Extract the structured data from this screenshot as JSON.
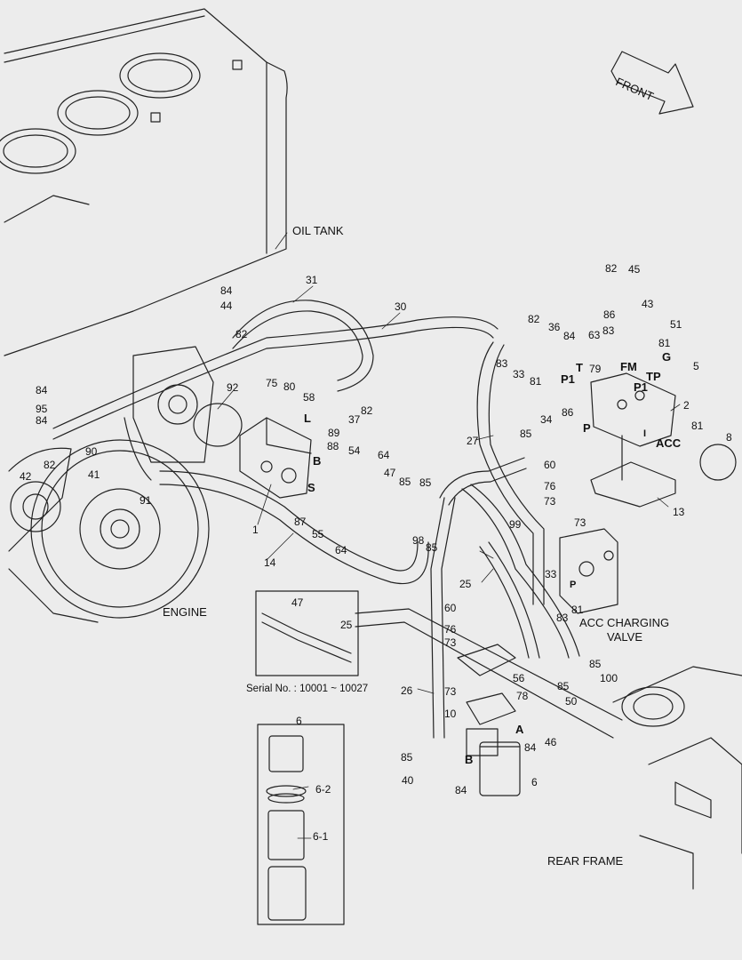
{
  "labels": {
    "oil_tank": "OIL TANK",
    "engine": "ENGINE",
    "front": "FRONT",
    "acc_charging_valve_1": "ACC CHARGING",
    "acc_charging_valve_2": "VALVE",
    "rear_frame": "REAR FRAME",
    "serial_no": "Serial No. : 10001 ~ 10027",
    "port_t": "T",
    "port_p1": "P1",
    "port_fm": "FM",
    "port_p1b": "P1",
    "port_tp": "TP",
    "port_g": "G",
    "port_p": "P",
    "port_acc": "ACC",
    "port_l": "L",
    "port_b": "B",
    "port_s": "S",
    "port_a2": "A",
    "port_b2": "B",
    "port_p2": "P",
    "port_i": "I"
  },
  "parts": {
    "n1": "1",
    "n2": "2",
    "n5": "5",
    "n6": "6",
    "n6b": "6",
    "n6_1": "6-1",
    "n6_2": "6-2",
    "n8": "8",
    "n10": "10",
    "n13": "13",
    "n14": "14",
    "n25": "25",
    "n25b": "25",
    "n26": "26",
    "n27": "27",
    "n30": "30",
    "n31": "31",
    "n33a": "33",
    "n33b": "33",
    "n34": "34",
    "n36": "36",
    "n37": "37",
    "n40": "40",
    "n41": "41",
    "n42": "42",
    "n43": "43",
    "n44": "44",
    "n45": "45",
    "n46": "46",
    "n47": "47",
    "n47b": "47",
    "n50": "50",
    "n51": "51",
    "n54": "54",
    "n55": "55",
    "n56": "56",
    "n58": "58",
    "n60a": "60",
    "n60b": "60",
    "n63": "63",
    "n64a": "64",
    "n64b": "64",
    "n73a": "73",
    "n73b": "73",
    "n73c": "73",
    "n73d": "73",
    "n75": "75",
    "n76a": "76",
    "n76b": "76",
    "n78": "78",
    "n79": "79",
    "n80": "80",
    "n81a": "81",
    "n81b": "81",
    "n81c": "81",
    "n81d": "81",
    "n82a": "82",
    "n82b": "82",
    "n82c": "82",
    "n82d": "82",
    "n82e": "82",
    "n83a": "83",
    "n83b": "83",
    "n83c": "83",
    "n84a": "84",
    "n84b": "84",
    "n84c": "84",
    "n84d": "84",
    "n84e": "84",
    "n84f": "84",
    "n85a": "85",
    "n85b": "85",
    "n85c": "85",
    "n85d": "85",
    "n85e": "85",
    "n85f": "85",
    "n85g": "85",
    "n86a": "86",
    "n86b": "86",
    "n87": "87",
    "n88": "88",
    "n89": "89",
    "n90": "90",
    "n91": "91",
    "n92": "92",
    "n95": "95",
    "n98": "98",
    "n99": "99",
    "n100": "100"
  }
}
